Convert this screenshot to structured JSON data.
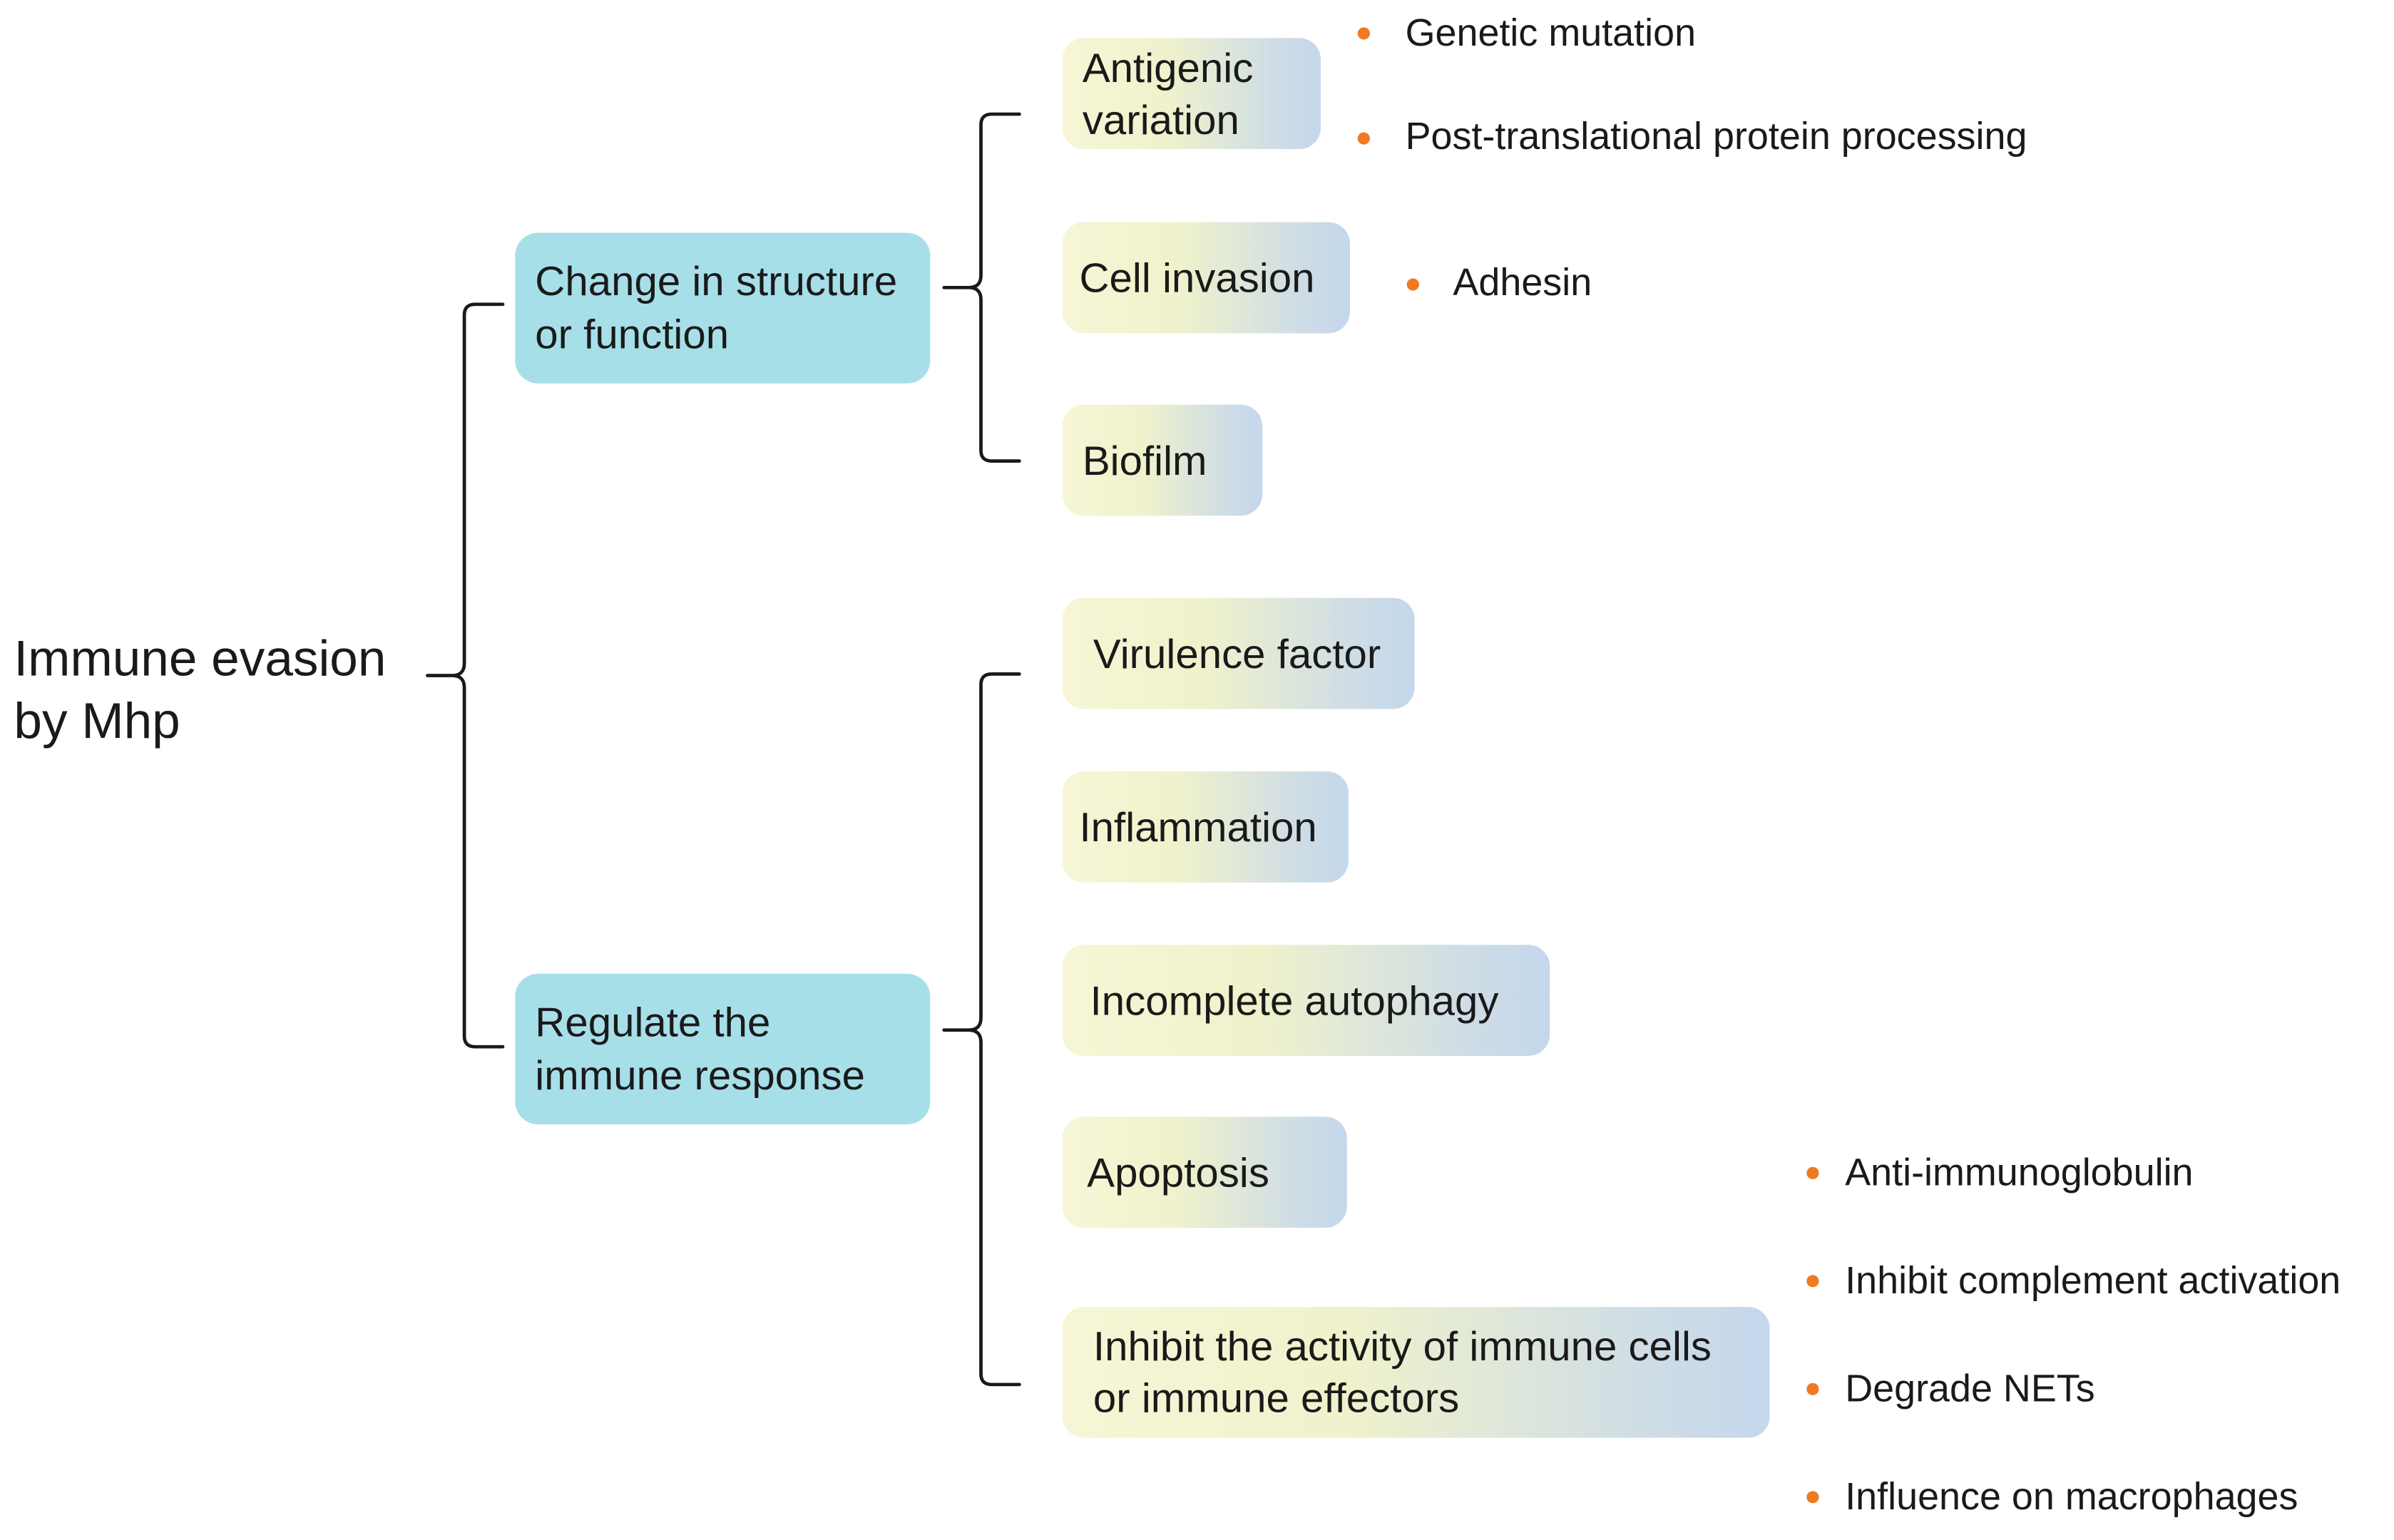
{
  "root": {
    "line1": "Immune evasion",
    "line2": "by Mhp"
  },
  "branches": [
    {
      "line1": "Change in structure",
      "line2": "or function",
      "children": [
        {
          "line1": "Antigenic",
          "line2": "variation",
          "details": [
            "Genetic mutation",
            "Post-translational protein processing"
          ]
        },
        {
          "label": "Cell invasion",
          "details": [
            "Adhesin"
          ]
        },
        {
          "label": "Biofilm"
        }
      ]
    },
    {
      "line1": "Regulate the",
      "line2": "immune response",
      "children": [
        {
          "label": "Virulence factor"
        },
        {
          "label": "Inflammation"
        },
        {
          "label": "Incomplete autophagy"
        },
        {
          "label": "Apoptosis"
        },
        {
          "line1": "Inhibit the activity of immune cells",
          "line2": "or immune effectors",
          "details": [
            "Anti-immunoglobulin",
            "Inhibit complement activation",
            "Degrade NETs",
            "Influence on macrophages"
          ]
        }
      ]
    }
  ],
  "colors": {
    "mid_box": "#a7dfe9",
    "leaf_gradient_start": "#f6f6d6",
    "leaf_gradient_end": "#c4d7ec",
    "bullet": "#f07a22",
    "line": "#1a1a1a"
  }
}
